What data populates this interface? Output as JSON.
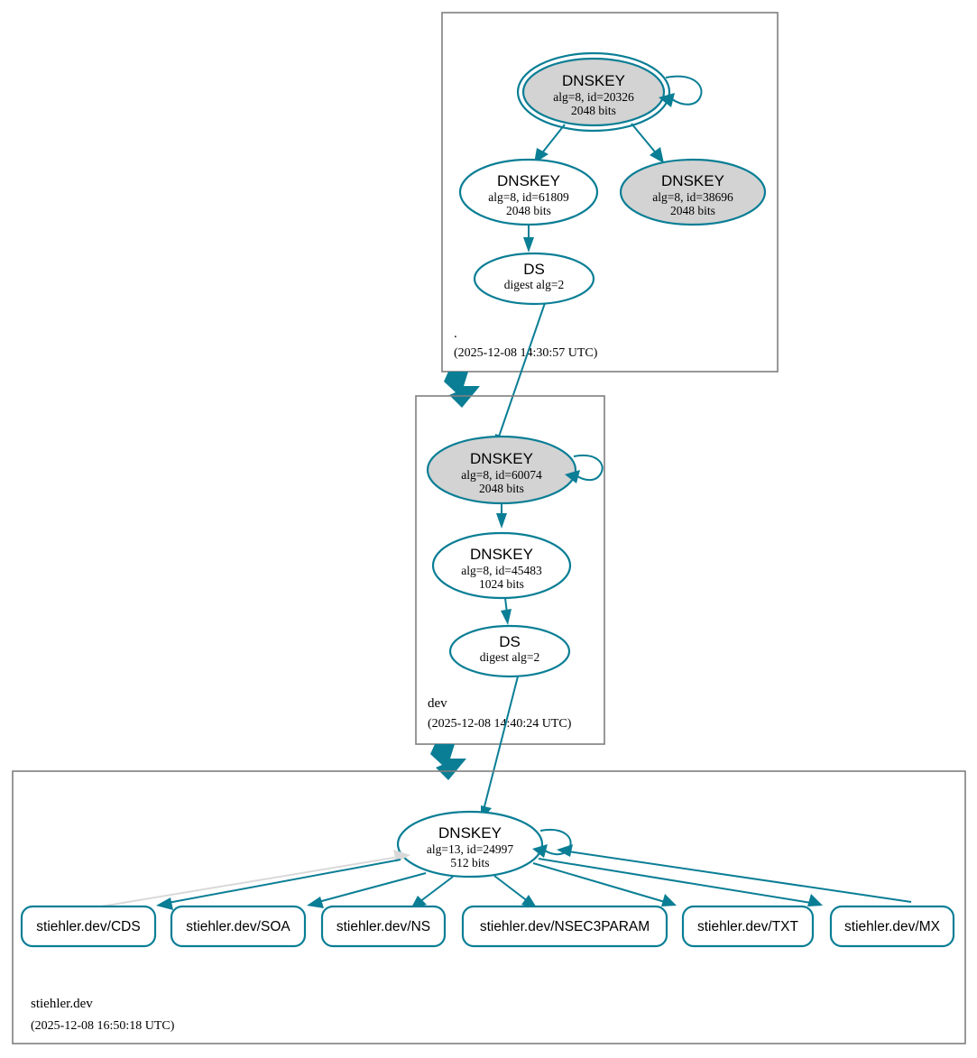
{
  "diagram": {
    "type": "dnssec-authentication-chain",
    "colors": {
      "secure": "#0a7e95",
      "ksk_fill": "#d3d3d3",
      "zsk_fill": "#ffffff",
      "zone_border": "#7f7f7f",
      "insecure_edge": "#d9d9d9"
    }
  },
  "zones": [
    {
      "id": "root",
      "name": ".",
      "timestamp": "(2025-12-08 14:30:57 UTC)",
      "nodes": [
        {
          "id": "root-ksk",
          "title": "DNSKEY",
          "sub1": "alg=8, id=20326",
          "sub2": "2048 bits",
          "alg": 8,
          "key_id": 20326,
          "bits": 2048,
          "trust_anchor": true,
          "fill": "ksk"
        },
        {
          "id": "root-zsk",
          "title": "DNSKEY",
          "sub1": "alg=8, id=61809",
          "sub2": "2048 bits",
          "alg": 8,
          "key_id": 61809,
          "bits": 2048,
          "trust_anchor": false,
          "fill": "zsk"
        },
        {
          "id": "root-ksk2",
          "title": "DNSKEY",
          "sub1": "alg=8, id=38696",
          "sub2": "2048 bits",
          "alg": 8,
          "key_id": 38696,
          "bits": 2048,
          "trust_anchor": false,
          "fill": "ksk"
        },
        {
          "id": "root-ds",
          "title": "DS",
          "sub1": "digest alg=2",
          "sub2": "",
          "fill": "zsk"
        }
      ]
    },
    {
      "id": "dev",
      "name": "dev",
      "timestamp": "(2025-12-08 14:40:24 UTC)",
      "nodes": [
        {
          "id": "dev-ksk",
          "title": "DNSKEY",
          "sub1": "alg=8, id=60074",
          "sub2": "2048 bits",
          "alg": 8,
          "key_id": 60074,
          "bits": 2048,
          "trust_anchor": false,
          "fill": "ksk"
        },
        {
          "id": "dev-zsk",
          "title": "DNSKEY",
          "sub1": "alg=8, id=45483",
          "sub2": "1024 bits",
          "alg": 8,
          "key_id": 45483,
          "bits": 1024,
          "trust_anchor": false,
          "fill": "zsk"
        },
        {
          "id": "dev-ds",
          "title": "DS",
          "sub1": "digest alg=2",
          "sub2": "",
          "fill": "zsk"
        }
      ]
    },
    {
      "id": "stiehler",
      "name": "stiehler.dev",
      "timestamp": "(2025-12-08 16:50:18 UTC)",
      "nodes": [
        {
          "id": "stiehler-key",
          "title": "DNSKEY",
          "sub1": "alg=13, id=24997",
          "sub2": "512 bits",
          "alg": 13,
          "key_id": 24997,
          "bits": 512,
          "trust_anchor": false,
          "fill": "zsk"
        }
      ],
      "rrsets": [
        {
          "id": "rr-cds",
          "label": "stiehler.dev/CDS"
        },
        {
          "id": "rr-soa",
          "label": "stiehler.dev/SOA"
        },
        {
          "id": "rr-ns",
          "label": "stiehler.dev/NS"
        },
        {
          "id": "rr-nsec3param",
          "label": "stiehler.dev/NSEC3PARAM"
        },
        {
          "id": "rr-txt",
          "label": "stiehler.dev/TXT"
        },
        {
          "id": "rr-mx",
          "label": "stiehler.dev/MX"
        }
      ]
    }
  ]
}
